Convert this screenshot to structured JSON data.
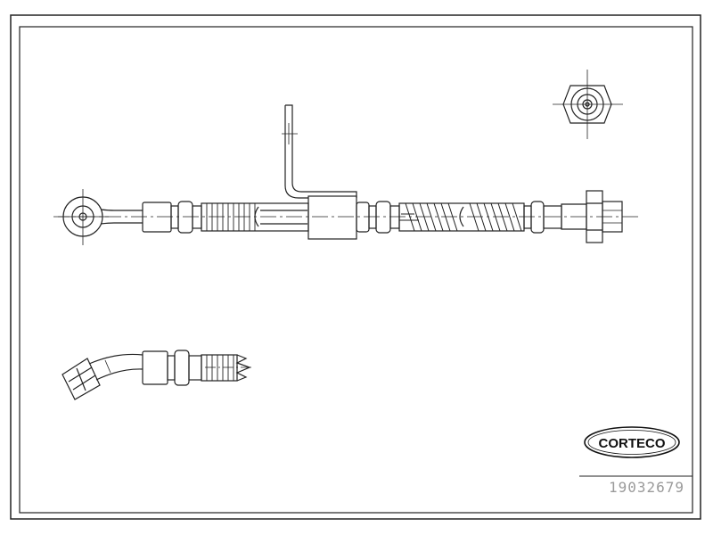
{
  "brand": {
    "logo_text": "CORTECO"
  },
  "part_number": "19032679",
  "icons": {
    "main_hose": "brake-hose-drawing",
    "nut_end_view": "hex-nut-end-view",
    "angled_end": "angled-hose-end-detail"
  }
}
